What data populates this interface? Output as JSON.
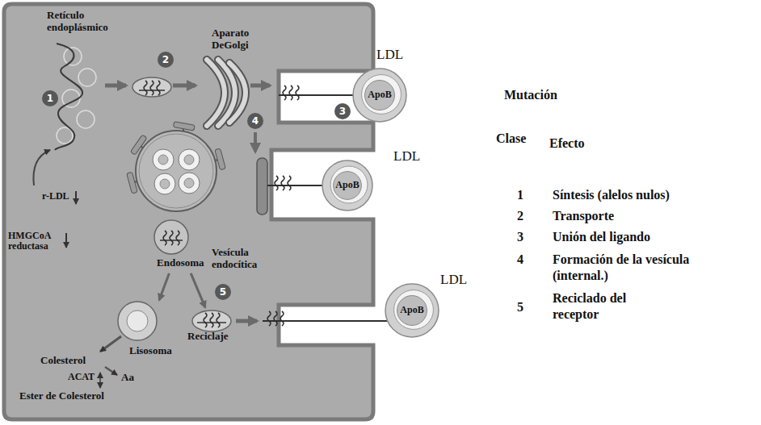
{
  "diagram": {
    "nodes": [
      {
        "text": [
          "Retículo endoplásmico"
        ]
      },
      {
        "text": [
          "Aparato DeGolgi"
        ]
      },
      {
        "text": [
          "LDL",
          "ApoB"
        ]
      },
      {
        "text": [
          "Vesícula endocítica"
        ]
      },
      {
        "text": [
          "LDL",
          "ApoB"
        ]
      },
      {
        "text": [
          "Endosoma"
        ]
      },
      {
        "text": [
          "Lisosoma"
        ]
      },
      {
        "text": [
          "Reciclaje"
        ]
      },
      {
        "text": [
          "LDL",
          "ApoB"
        ]
      }
    ],
    "edges": [
      {
        "from": 5,
        "to": 6,
        "arrow": "to"
      },
      {
        "from": 5,
        "to": 7,
        "arrow": "to"
      }
    ],
    "labels": [
      "1",
      "2",
      "4",
      "3",
      "r-LDL",
      "HMGCoA reductasa",
      "5",
      "Colesterol",
      "ACAT",
      "Aa",
      "Ester de Colesterol",
      "Mutación",
      "Clase",
      "Efecto",
      "1",
      "Síntesis (alelos nulos)",
      "2",
      "Transporte",
      "3",
      "Unión del ligando",
      "4",
      "Formación de la vesícula (internal.)",
      "5",
      "Reciclado del receptor"
    ]
  }
}
